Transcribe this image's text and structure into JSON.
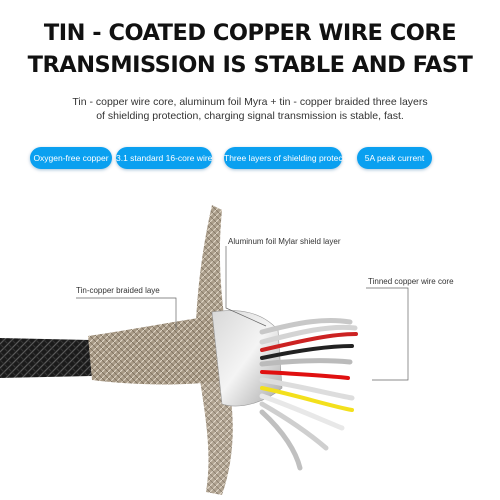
{
  "headline": {
    "line1": "TIN - COATED COPPER WIRE CORE",
    "line2": "TRANSMISSION IS STABLE AND FAST"
  },
  "description": {
    "line1": "Tin - copper wire core, aluminum foil Myra + tin - copper braided three layers",
    "line2": "of shielding protection, charging signal transmission is stable, fast."
  },
  "features": [
    {
      "label": "Oxygen-free copper"
    },
    {
      "label": "3.1 standard 16-core wire"
    },
    {
      "label": "Three layers of shielding protection"
    },
    {
      "label": "5A peak current"
    }
  ],
  "callouts": {
    "braided": "Tin-copper braided laye",
    "mylar": "Aluminum foil Mylar shield layer",
    "core": "Tinned copper wire core"
  },
  "colors": {
    "pill_bg": "#0aa0f0",
    "pill_text": "#ffffff",
    "headline": "#111111"
  }
}
